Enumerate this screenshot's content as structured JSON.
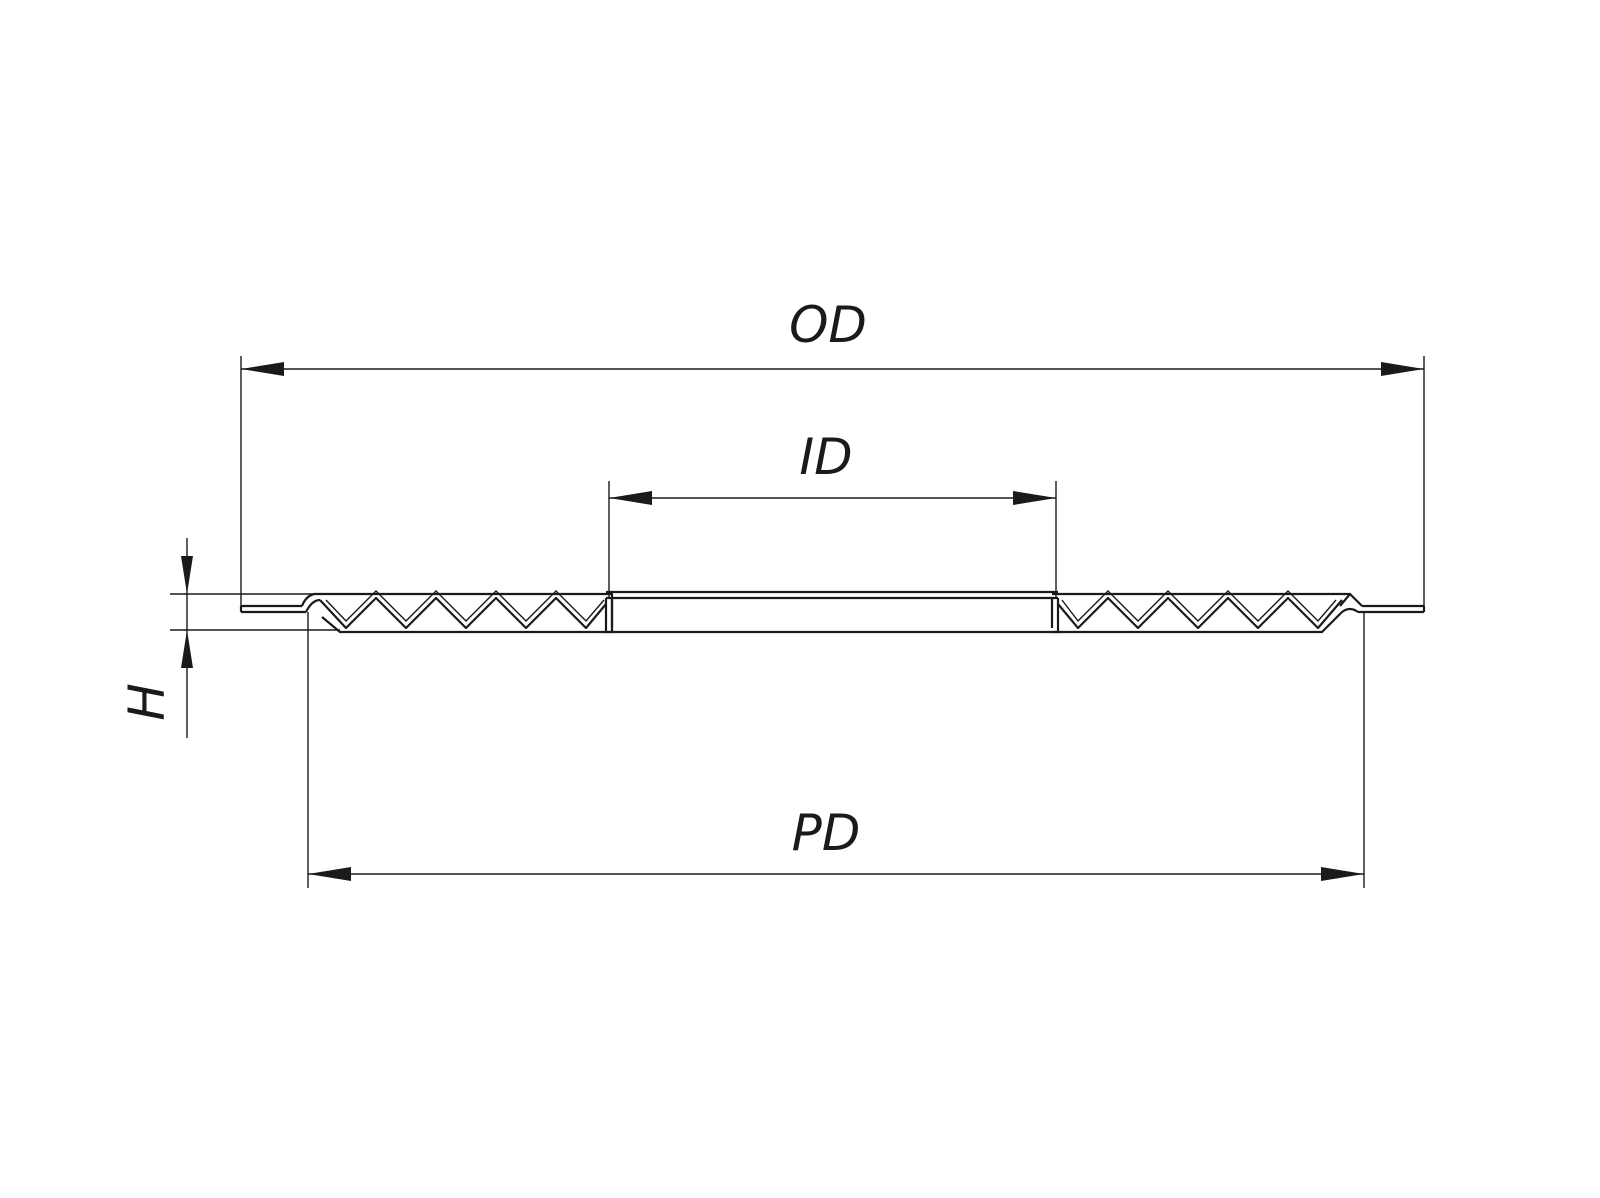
{
  "diagram": {
    "labels": {
      "od": "OD",
      "id": "ID",
      "pd": "PD",
      "h": "H"
    }
  }
}
